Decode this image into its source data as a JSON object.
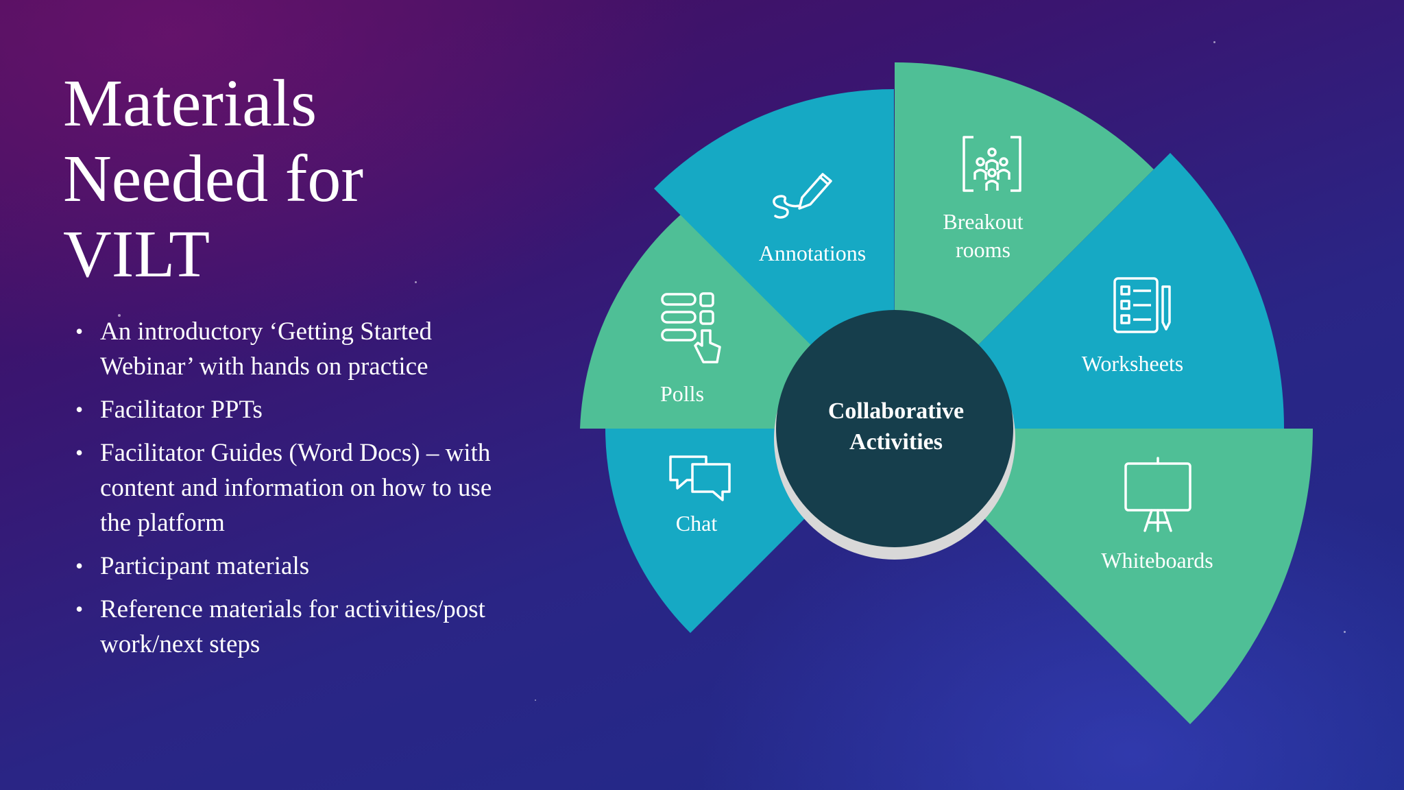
{
  "slide": {
    "title_lines": [
      "Materials",
      "Needed for",
      "VILT"
    ],
    "bullets": [
      "An introductory ‘Getting Started Webinar’ with hands on practice",
      "Facilitator PPTs",
      "Facilitator Guides (Word Docs) – with content and information on how to use the platform",
      "Participant materials",
      "Reference materials for activities/post work/next steps"
    ]
  },
  "diagram": {
    "center_lines": [
      "Collaborative",
      "Activities"
    ],
    "segments": {
      "chat": {
        "label": "Chat",
        "icon": "chat-icon"
      },
      "polls": {
        "label": "Polls",
        "icon": "poll-icon"
      },
      "annotations": {
        "label": "Annotations",
        "icon": "pen-icon"
      },
      "breakout": {
        "label_lines": [
          "Breakout",
          "rooms"
        ],
        "icon": "group-icon"
      },
      "worksheets": {
        "label": "Worksheets",
        "icon": "checklist-icon"
      },
      "whiteboards": {
        "label": "Whiteboards",
        "icon": "whiteboard-icon"
      }
    },
    "colors": {
      "teal": "#16a9c4",
      "green": "#4fbf96",
      "center": "#163e4c",
      "shadow": "#d8d8d8"
    }
  }
}
